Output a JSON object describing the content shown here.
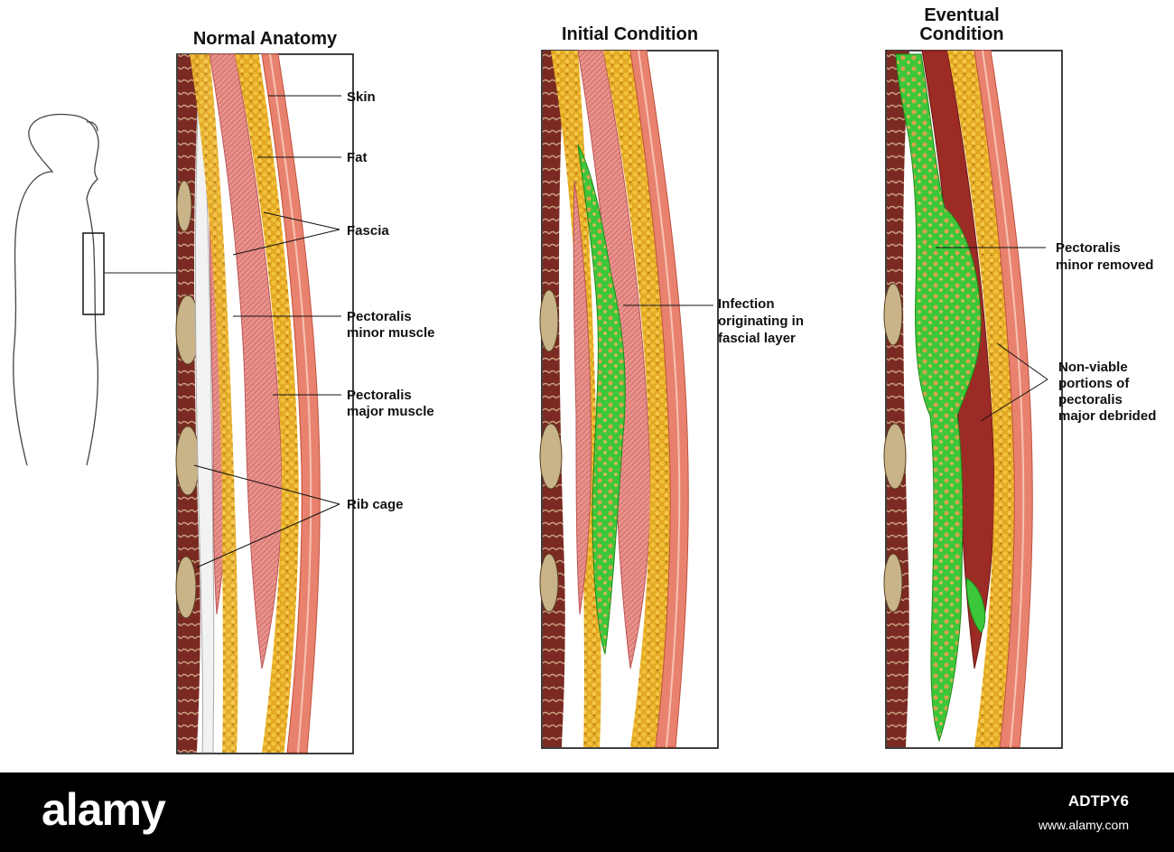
{
  "panels": [
    {
      "title": "Normal Anatomy"
    },
    {
      "title": "Initial Condition"
    },
    {
      "title": "Eventual Condition"
    }
  ],
  "labels": {
    "skin": "Skin",
    "fat": "Fat",
    "fascia": "Fascia",
    "pec_minor_l1": "Pectoralis",
    "pec_minor_l2": "minor muscle",
    "pec_major_l1": "Pectoralis",
    "pec_major_l2": "major muscle",
    "rib_cage": "Rib cage",
    "infection_l1": "Infection",
    "infection_l2": "originating in",
    "infection_l3": "fascial layer",
    "removed_l1": "Pectoralis",
    "removed_l2": "minor removed",
    "nonviable_l1": "Non-viable",
    "nonviable_l2": "portions of",
    "nonviable_l3": "pectoralis",
    "nonviable_l4": "major debrided"
  },
  "footer": {
    "brand": "alamy",
    "image_id": "ADTPY6",
    "url": "www.alamy.com"
  },
  "colors": {
    "skin": "#e8826e",
    "fat": "#e7b52a",
    "muscle": "#de7f7a",
    "fascia": "#f4f4f4",
    "infection": "#3fc83a",
    "bone": "#c9b48a",
    "footer_bg": "#000000"
  }
}
